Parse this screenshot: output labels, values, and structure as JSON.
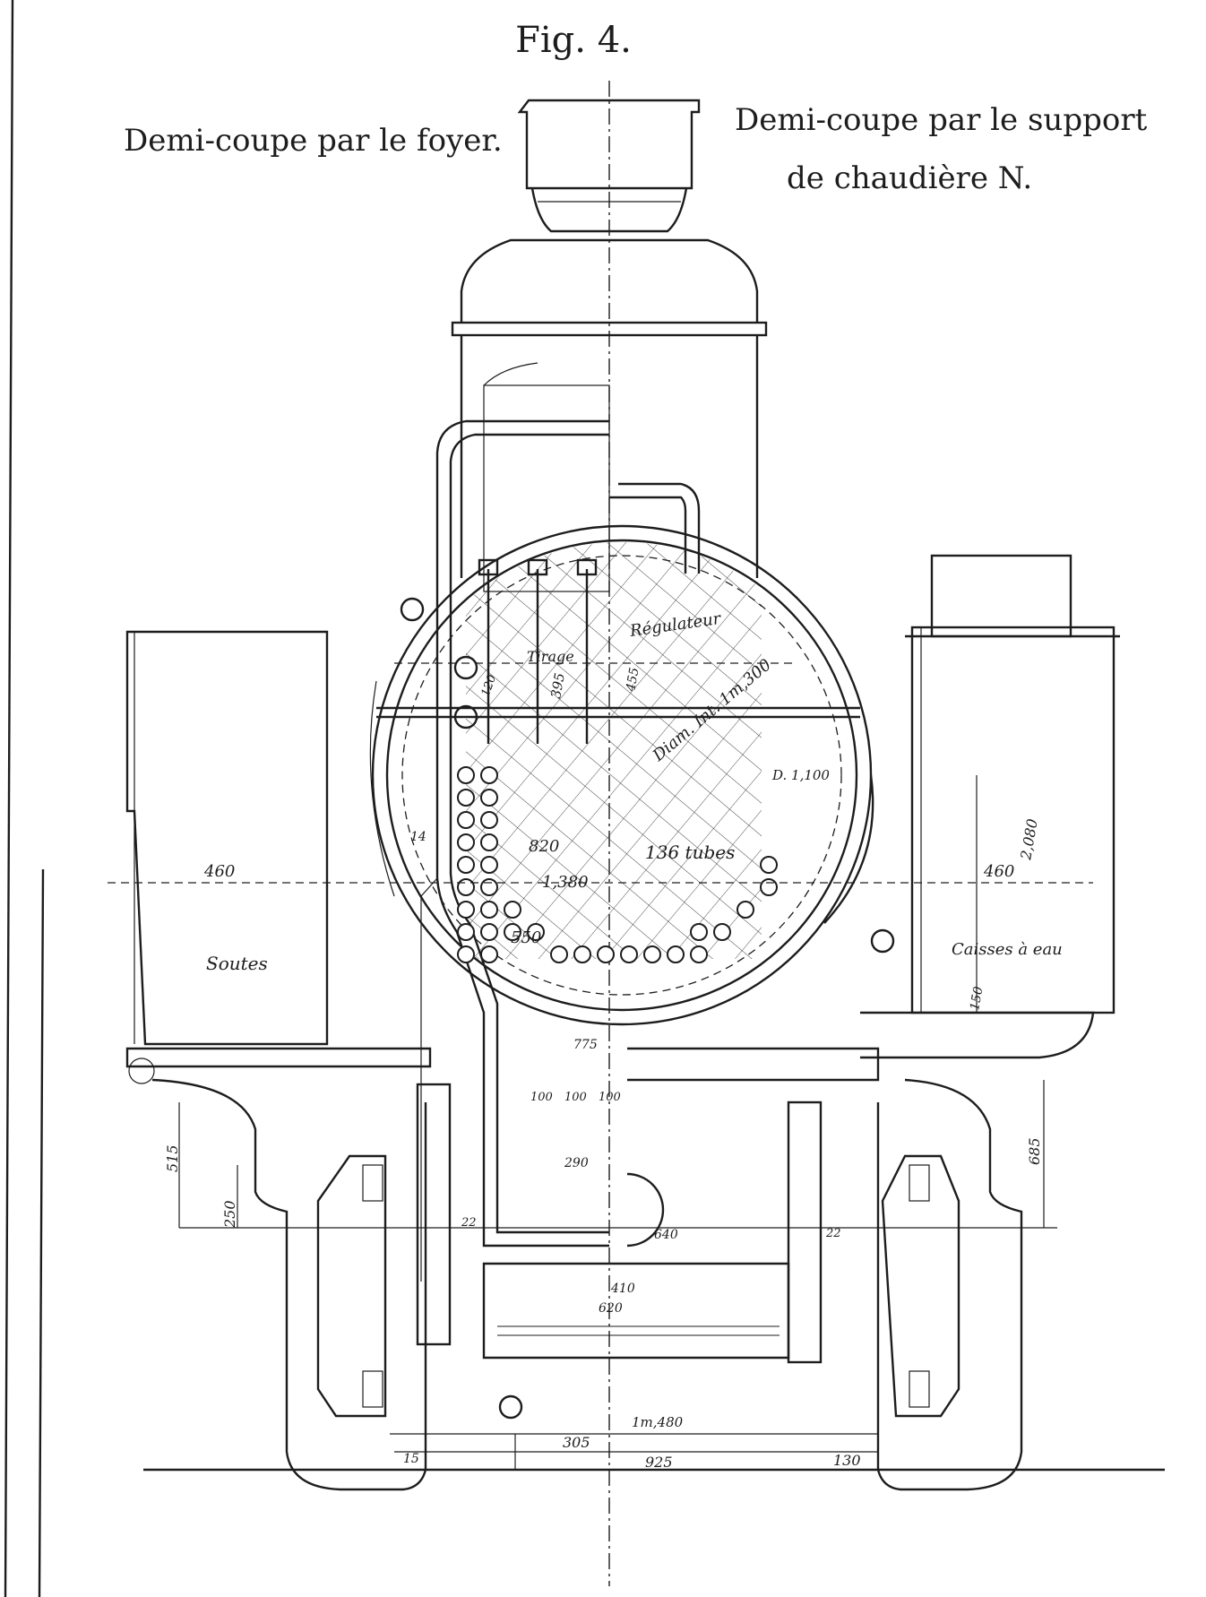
{
  "figure": {
    "label": "Fig. 4.",
    "left_title": "Demi-coupe par le foyer.",
    "right_title_line1": "Demi-coupe par le support",
    "right_title_line2": "de chaudière N."
  },
  "labels": {
    "soutes": "Soutes",
    "caisses": "Caisses à eau",
    "regulateur": "Régulateur",
    "tubes": "136 tubes",
    "diam_int": "Diam. Int. 1m,300",
    "d_1100": "D. 1,100",
    "tirage": "Tirage"
  },
  "dimensions": {
    "d460_left": "460",
    "d460_right": "460",
    "d2080": "2,080",
    "d820": "820",
    "d1380": "1,380",
    "d550": "550",
    "d14": "14",
    "d395": "395",
    "d455": "455",
    "d120": "120",
    "d775": "775",
    "d100a": "100",
    "d100b": "100",
    "d100c": "100",
    "d290": "290",
    "d640": "640",
    "d410": "410",
    "d620": "620",
    "d22a": "22",
    "d22b": "22",
    "d515": "515",
    "d250": "250",
    "d685": "685",
    "d1480": "1m,480",
    "d305": "305",
    "d925": "925",
    "d130": "130",
    "d150": "150",
    "d15": "15"
  }
}
